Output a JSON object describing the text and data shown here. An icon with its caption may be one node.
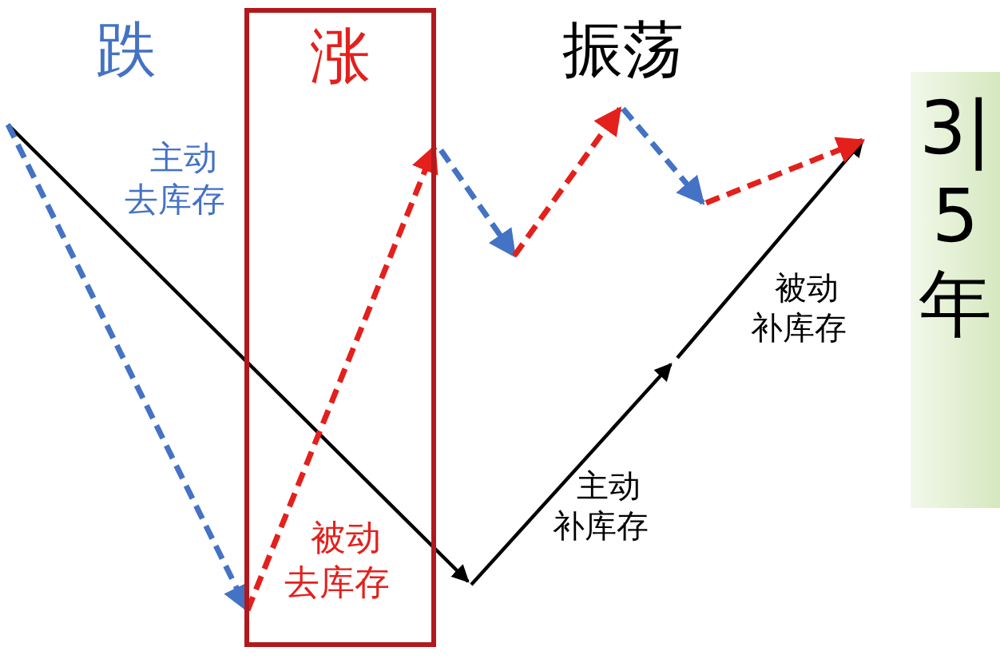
{
  "diagram": {
    "nodes": [
      {
        "text": [
          "涨",
          "被动去库存"
        ]
      },
      {
        "text": [
          "3|5年"
        ]
      }
    ],
    "labels": [
      "跌",
      "振荡",
      "主动去库存",
      "主动补库存",
      "被动补库存"
    ]
  }
}
